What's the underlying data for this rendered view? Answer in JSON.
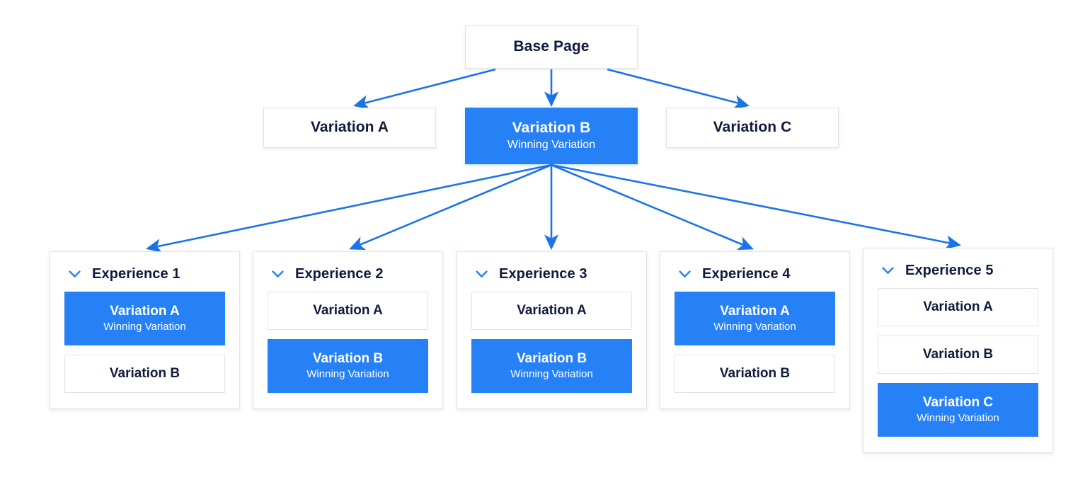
{
  "diagram": {
    "accent_color": "#2680f6",
    "text_color": "#101a3d",
    "border_color": "#dde4ec",
    "background_color": "#ffffff",
    "winning_label": "Winning Variation",
    "chevron_icon": "chevron-down-icon"
  },
  "base": {
    "label": "Base Page"
  },
  "variations": [
    {
      "label": "Variation A",
      "winner": false,
      "sub": ""
    },
    {
      "label": "Variation B",
      "winner": true,
      "sub": "Winning Variation"
    },
    {
      "label": "Variation C",
      "winner": false,
      "sub": ""
    }
  ],
  "experiences": [
    {
      "title": "Experience 1",
      "variations": [
        {
          "label": "Variation A",
          "winner": true,
          "sub": "Winning Variation"
        },
        {
          "label": "Variation B",
          "winner": false,
          "sub": ""
        }
      ]
    },
    {
      "title": "Experience 2",
      "variations": [
        {
          "label": "Variation A",
          "winner": false,
          "sub": ""
        },
        {
          "label": "Variation B",
          "winner": true,
          "sub": "Winning Variation"
        }
      ]
    },
    {
      "title": "Experience 3",
      "variations": [
        {
          "label": "Variation A",
          "winner": false,
          "sub": ""
        },
        {
          "label": "Variation B",
          "winner": true,
          "sub": "Winning Variation"
        }
      ]
    },
    {
      "title": "Experience 4",
      "variations": [
        {
          "label": "Variation A",
          "winner": true,
          "sub": "Winning Variation"
        },
        {
          "label": "Variation B",
          "winner": false,
          "sub": ""
        }
      ]
    },
    {
      "title": "Experience 5",
      "variations": [
        {
          "label": "Variation A",
          "winner": false,
          "sub": ""
        },
        {
          "label": "Variation B",
          "winner": false,
          "sub": ""
        },
        {
          "label": "Variation C",
          "winner": true,
          "sub": "Winning Variation"
        }
      ]
    }
  ]
}
